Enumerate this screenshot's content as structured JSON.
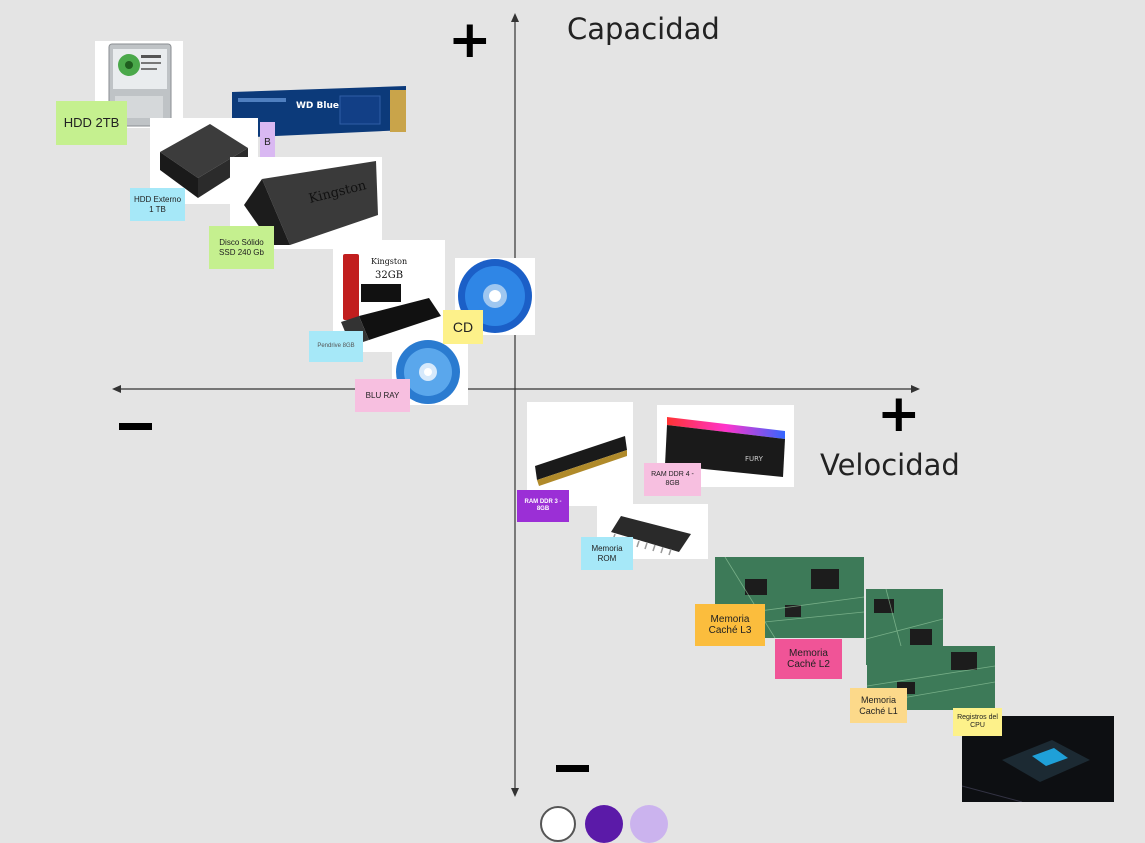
{
  "axes": {
    "y_label": "Capacidad",
    "x_label": "Velocidad",
    "plus": "+",
    "minus": "−"
  },
  "notes": {
    "hdd2tb": "HDD 2TB",
    "partial_b": "B",
    "hdd_ext": "HDD Externo 1 TB",
    "ssd": "Disco Sólido SSD 240 Gb",
    "pendrive": "Pendrive 8GB",
    "cd": "CD",
    "bluray": "BLU RAY",
    "ram3": "RAM DDR 3 - 8GB",
    "ram4": "RAM DDR 4 - 8GB",
    "rom": "Memoria ROM",
    "l3": "Memoria Caché L3",
    "l2": "Memoria Caché L2",
    "l1": "Memoria Caché L1",
    "cpu": "Registros del CPU"
  },
  "images": {
    "m2_brand": "WD Blue",
    "ssd_brand": "Kingston",
    "usb_brand": "Kingston",
    "usb_capacity": "32GB",
    "ram_brand": "FURY"
  },
  "colors": {
    "note_green": "#c5f08f",
    "note_blue": "#a6e8f8",
    "note_yellow": "#fdf18a",
    "note_pink": "#f7bfe0",
    "note_purple": "#9b2fd6",
    "note_orange": "#fbbd3d",
    "note_hotpink": "#f05497",
    "note_peach": "#fcd98a",
    "note_lilac": "#d9b8f2"
  }
}
